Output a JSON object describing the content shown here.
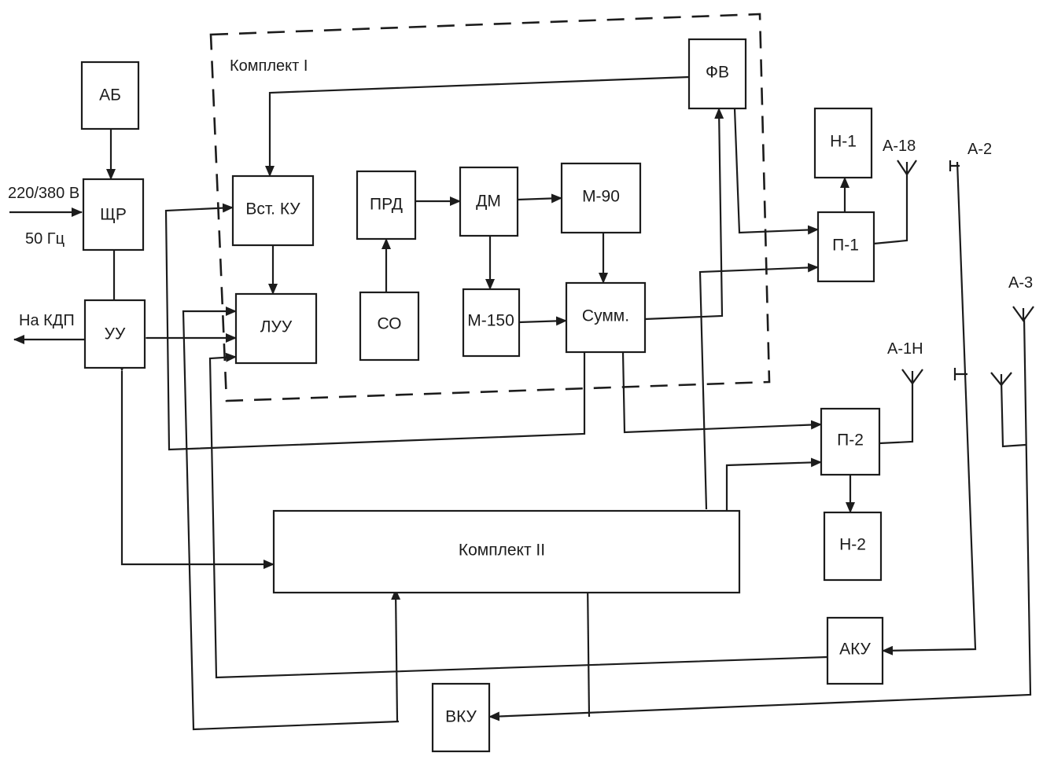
{
  "blocks": {
    "ab": "АБ",
    "shr": "ЩР",
    "uu": "УУ",
    "vst_ku": "Вст. КУ",
    "luu": "ЛУУ",
    "prd": "ПРД",
    "so": "СО",
    "dm": "ДМ",
    "m150": "М-150",
    "m90": "М-90",
    "summ": "Сумм.",
    "fv": "ФВ",
    "n1": "Н-1",
    "p1": "П-1",
    "p2": "П-2",
    "n2": "Н-2",
    "komplekt2": "Комплект II",
    "aku": "АКУ",
    "vku": "ВКУ"
  },
  "labels": {
    "komplekt1": "Комплект I",
    "power_voltage": "220/380 В",
    "power_freq": "50 Гц",
    "to_kdp": "На КДП"
  },
  "antennas": {
    "a18": "А-18",
    "a2": "А-2",
    "a3": "А-3",
    "a1n": "А-1Н"
  }
}
